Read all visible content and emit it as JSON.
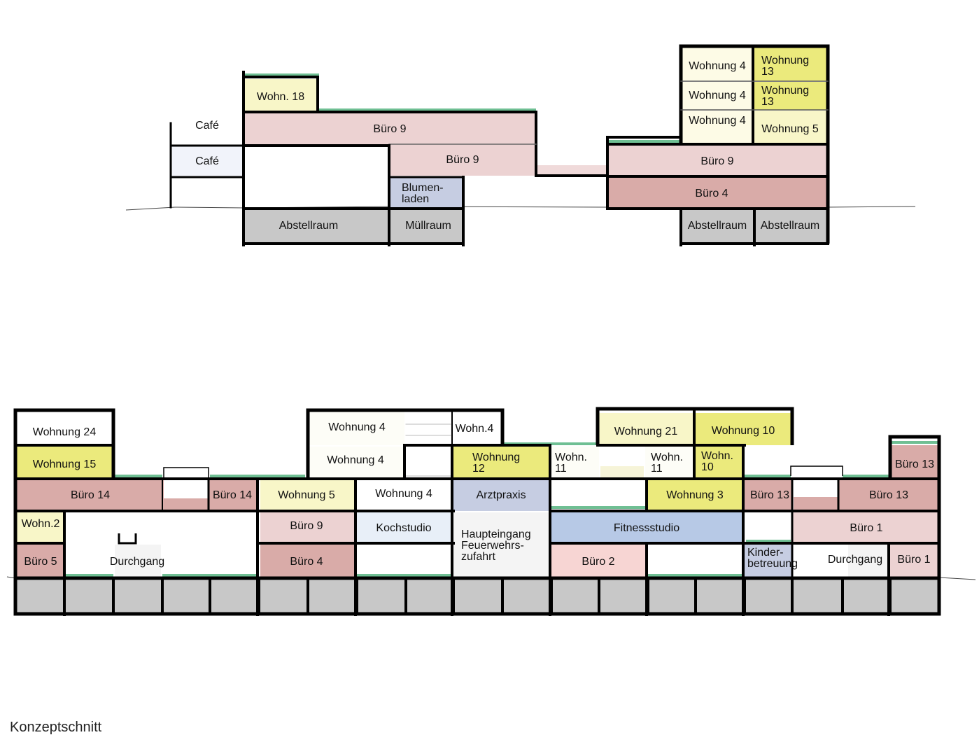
{
  "caption": "Konzeptschnitt",
  "colors": {
    "residential_light": "#fdfbe6",
    "residential_yellow": "#ebea7c",
    "residential_pale": "#f8f6c8",
    "office_light": "#ecd2d2",
    "office_dark": "#d9aba8",
    "storage": "#c8c8c8",
    "service_blue": "#c6cde2",
    "fitness_blue": "#b7c9e6",
    "studio_blue": "#e8eff8",
    "entrance_gray": "#f4f4f4",
    "office_pink": "#f7d5d3",
    "green_roof": "#6fbf93",
    "wall": "#000000"
  },
  "section_top": {
    "rooms": [
      {
        "label": "Café",
        "fill": "#ffffff"
      },
      {
        "label": "Café",
        "fill": "#f1f3fa"
      },
      {
        "label": "Wohn. 18",
        "fill": "#f8f6c8"
      },
      {
        "label": "Büro 9",
        "fill": "#ecd2d2"
      },
      {
        "label": "Büro 9",
        "fill": "#ecd2d2"
      },
      {
        "label": "Blumen-\nladen",
        "fill": "#c6cde2"
      },
      {
        "label": "Abstellraum",
        "fill": "#c8c8c8"
      },
      {
        "label": "Müllraum",
        "fill": "#c8c8c8"
      },
      {
        "label": "Wohnung 4",
        "fill": "#fdfbe6"
      },
      {
        "label": "Wohnung 4",
        "fill": "#fdfbe6"
      },
      {
        "label": "Wohnung 4",
        "fill": "#fdfbe6"
      },
      {
        "label": "Wohnung\n13",
        "fill": "#ebea7c"
      },
      {
        "label": "Wohnung\n13",
        "fill": "#ebea7c"
      },
      {
        "label": "Wohnung 5",
        "fill": "#f8f6c8"
      },
      {
        "label": "Büro 9",
        "fill": "#ecd2d2"
      },
      {
        "label": "Büro 4",
        "fill": "#d9aba8"
      },
      {
        "label": "Abstellraum",
        "fill": "#c8c8c8"
      },
      {
        "label": "Abstellraum",
        "fill": "#c8c8c8"
      }
    ]
  },
  "section_bottom": {
    "rooms": [
      {
        "label": "Wohnung 24",
        "fill": "#ffffff"
      },
      {
        "label": "Wohnung 15",
        "fill": "#ebea7c"
      },
      {
        "label": "Büro 14",
        "fill": "#d9aba8"
      },
      {
        "label": "Büro 14",
        "fill": "#d9aba8"
      },
      {
        "label": "Wohn.2",
        "fill": "#f8f6c8"
      },
      {
        "label": "Büro 5",
        "fill": "#d9aba8"
      },
      {
        "label": "Durchgang",
        "fill": "#ffffff"
      },
      {
        "label": "Wohnung 5",
        "fill": "#f8f6c8"
      },
      {
        "label": "Büro 9",
        "fill": "#ecd2d2"
      },
      {
        "label": "Büro 4",
        "fill": "#d9aba8"
      },
      {
        "label": "Wohnung 4",
        "fill": "#fdfdf7"
      },
      {
        "label": "Wohnung 4",
        "fill": "#fdfdf7"
      },
      {
        "label": "Wohnung 4",
        "fill": "#ffffff"
      },
      {
        "label": "Wohn.4",
        "fill": "#ffffff"
      },
      {
        "label": "Kochstudio",
        "fill": "#e8eff8"
      },
      {
        "label": "Wohnung\n12",
        "fill": "#ebea7c"
      },
      {
        "label": "Arztpraxis",
        "fill": "#c6cde2"
      },
      {
        "label": "Haupteingang\nFeuerwehrs-\nzufahrt",
        "fill": "#f4f4f4"
      },
      {
        "label": "Wohn.\n11",
        "fill": "#fdfdf7"
      },
      {
        "label": "Wohn.\n11",
        "fill": "#fdfdf7"
      },
      {
        "label": "Wohnung 21",
        "fill": "#f8f6c8"
      },
      {
        "label": "Wohnung 10",
        "fill": "#ebea7c"
      },
      {
        "label": "Wohn.\n10",
        "fill": "#ebea7c"
      },
      {
        "label": "Wohnung 3",
        "fill": "#ebea7c"
      },
      {
        "label": "Fitnessstudio",
        "fill": "#b7c9e6"
      },
      {
        "label": "Büro 2",
        "fill": "#f7d5d3"
      },
      {
        "label": "Büro 13",
        "fill": "#d9aba8"
      },
      {
        "label": "Büro 13",
        "fill": "#d9aba8"
      },
      {
        "label": "Büro 13",
        "fill": "#d9aba8"
      },
      {
        "label": "Büro 1",
        "fill": "#ecd2d2"
      },
      {
        "label": "Kinder-\nbetreuung",
        "fill": "#c6cde2"
      },
      {
        "label": "Durchgang",
        "fill": "#ffffff"
      },
      {
        "label": "Büro 1",
        "fill": "#ecd2d2"
      }
    ]
  }
}
